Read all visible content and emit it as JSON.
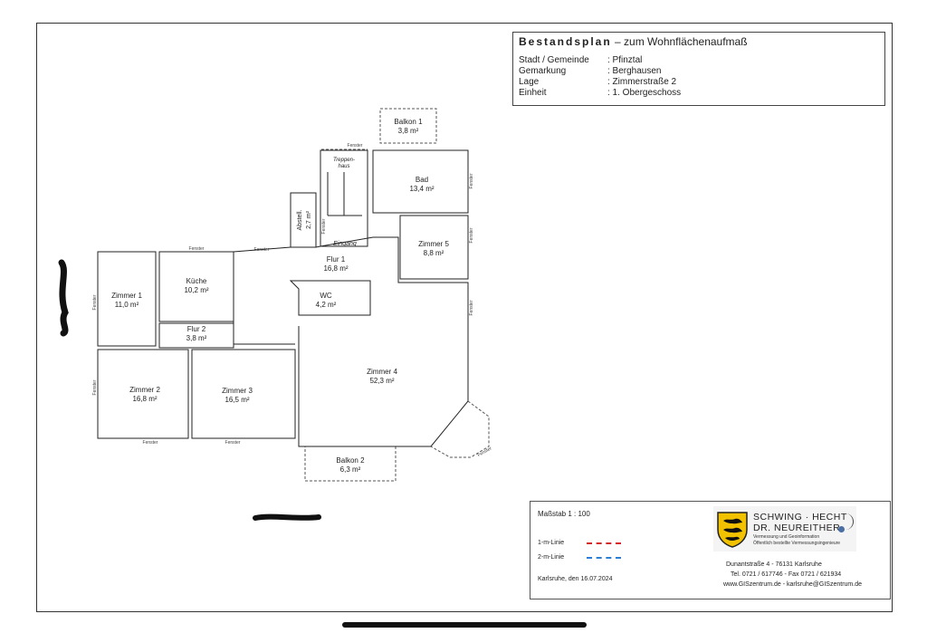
{
  "title": {
    "main": "Bestandsplan",
    "sub": "– zum Wohnflächenaufmaß"
  },
  "meta": {
    "rows": [
      {
        "label": "Stadt / Gemeinde",
        "value": ": Pfinztal"
      },
      {
        "label": "Gemarkung",
        "value": ": Berghausen"
      },
      {
        "label": "Lage",
        "value": ": Zimmerstraße 2"
      },
      {
        "label": "Einheit",
        "value": ": 1. Obergeschoss"
      }
    ]
  },
  "rooms": {
    "balkon1": {
      "name": "Balkon 1",
      "area": "3,8 m²"
    },
    "treppenhaus": {
      "name": "Treppen-",
      "name2": "haus"
    },
    "bad": {
      "name": "Bad",
      "area": "13,4 m²"
    },
    "abstell": {
      "name": "Abstell.",
      "area": "2,7 m²"
    },
    "eingang": {
      "name": "Eingang"
    },
    "zimmer5": {
      "name": "Zimmer 5",
      "area": "8,8 m²"
    },
    "flur1": {
      "name": "Flur 1",
      "area": "16,8 m²"
    },
    "kueche": {
      "name": "Küche",
      "area": "10,2 m²"
    },
    "zimmer1": {
      "name": "Zimmer 1",
      "area": "11,0 m²"
    },
    "wc": {
      "name": "WC",
      "area": "4,2 m²"
    },
    "flur2": {
      "name": "Flur 2",
      "area": "3,8 m²"
    },
    "zimmer4": {
      "name": "Zimmer 4",
      "area": "52,3 m²"
    },
    "zimmer2": {
      "name": "Zimmer 2",
      "area": "16,8 m²"
    },
    "zimmer3": {
      "name": "Zimmer 3",
      "area": "16,5 m²"
    },
    "balkon2": {
      "name": "Balkon 2",
      "area": "6,3 m²"
    }
  },
  "window_label": "Fenster",
  "legend": {
    "scale": "Maßstab 1 : 100",
    "line1_label": "1-m-Linie",
    "line2_label": "2-m-Linie",
    "line1_color": "#d62828",
    "line2_color": "#2a7fd4",
    "date": "Karlsruhe, den 16.07.2024"
  },
  "company": {
    "name_line1": "SCHWING · HECHT",
    "name_line2": "DR. NEUREITHER",
    "tagline1": "Vermessung und Geoinformation",
    "tagline2": "Öffentlich bestellte Vermessungsingenieure",
    "address": "Dunantstraße 4  -  76131 Karlsruhe",
    "phone": "Tel. 0721 / 617746  -  Fax 0721 / 621934",
    "web": "www.GISzentrum.de  -  karlsruhe@GISzentrum.de",
    "accent_color": "#4a6fa5"
  }
}
